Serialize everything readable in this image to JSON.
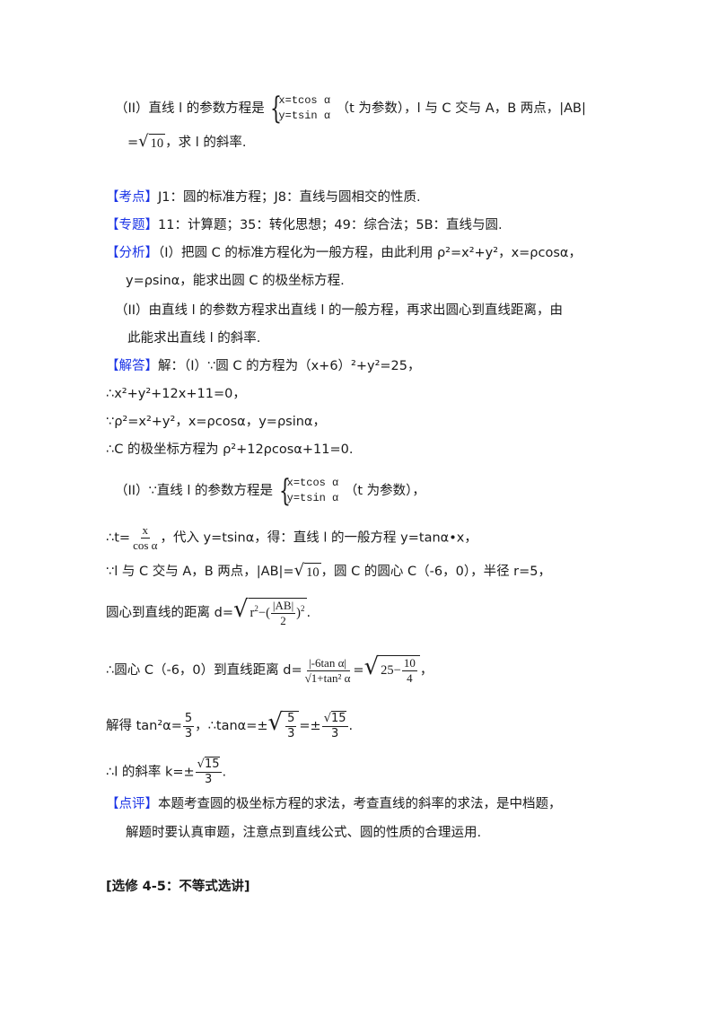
{
  "problem_part2": {
    "prefix": "（II）直线 l 的参数方程是",
    "sys_row1": "x=tcos α",
    "sys_row2": "y=tsin α",
    "suffix": "（t 为参数），l 与 C 交与 A，B 两点，|AB|",
    "line2_eq": "=",
    "line2_sqrt": "10",
    "line2_suffix": "，求 l 的斜率."
  },
  "kaodian": {
    "label": "【考点】",
    "text": "J1：圆的标准方程；J8：直线与圆相交的性质."
  },
  "zhuanti": {
    "label": "【专题】",
    "text": "11：计算题；35：转化思想；49：综合法；5B：直线与圆."
  },
  "fenxi": {
    "label": "【分析】",
    "line1": "（I）把圆 C 的标准方程化为一般方程，由此利用 ρ²=x²+y²，x=ρcosα，",
    "line2": "y=ρsinα，能求出圆 C 的极坐标方程.",
    "line3": "（II）由直线 l 的参数方程求出直线 l 的一般方程，再求出圆心到直线距离，由",
    "line4": "此能求出直线 l 的斜率."
  },
  "jieda": {
    "label": "【解答】",
    "line1": "解：（I）∵圆 C 的方程为（x+6）²+y²=25，",
    "line2": "∴x²+y²+12x+11=0，",
    "line3": "∵ρ²=x²+y²，x=ρcosα，y=ρsinα，",
    "line4": "∴C 的极坐标方程为 ρ²+12ρcosα+11=0.",
    "line5_prefix": "（II）∵直线 l 的参数方程是",
    "line5_row1": "x=tcos α",
    "line5_row2": "y=tsin α",
    "line5_suffix": "（t 为参数），",
    "line6_prefix": "∴t=",
    "line6_num": "x",
    "line6_den": "cos α",
    "line6_suffix": "，代入 y=tsinα，得：直线 l 的一般方程 y=tanα•x，",
    "line7_a": "∵l 与 C 交与 A，B 两点，|AB|=",
    "line7_sqrt": "10",
    "line7_b": "，圆 C 的圆心 C（-6，0），半径 r=5，",
    "line8_prefix": "圆心到直线的距离 d=",
    "line8_r": "r",
    "line8_minus": "−(",
    "line8_num": "|AB|",
    "line8_den": "2",
    "line8_close": ")",
    "line8_end": ".",
    "line9_prefix": "∴圆心 C（-6，0）到直线距离 d=",
    "line9_num": "|-6tan α|",
    "line9_den": "1+tan² α",
    "line9_eq": "=",
    "line9_sqrt_a": "25−",
    "line9_sqrt_num": "10",
    "line9_sqrt_den": "4",
    "line9_end": "，",
    "line10_prefix": "解得 tan²α=",
    "line10_num": "5",
    "line10_den": "3",
    "line10_mid": "，∴tanα=±",
    "line10_sqrt_num": "5",
    "line10_sqrt_den": "3",
    "line10_eq": "=±",
    "line10_r_num": "15",
    "line10_r_den": "3",
    "line10_end": ".",
    "line11_prefix": "∴l 的斜率 k=±",
    "line11_num": "15",
    "line11_den": "3",
    "line11_end": "."
  },
  "dianping": {
    "label": "【点评】",
    "line1": "本题考查圆的极坐标方程的求法，考查直线的斜率的求法，是中档题，",
    "line2": "解题时要认真审题，注意点到直线公式、圆的性质的合理运用."
  },
  "next_section": {
    "title": "[选修 4-5：不等式选讲]"
  },
  "colors": {
    "tag": "#1a33e6",
    "text": "#1a1a1a"
  }
}
